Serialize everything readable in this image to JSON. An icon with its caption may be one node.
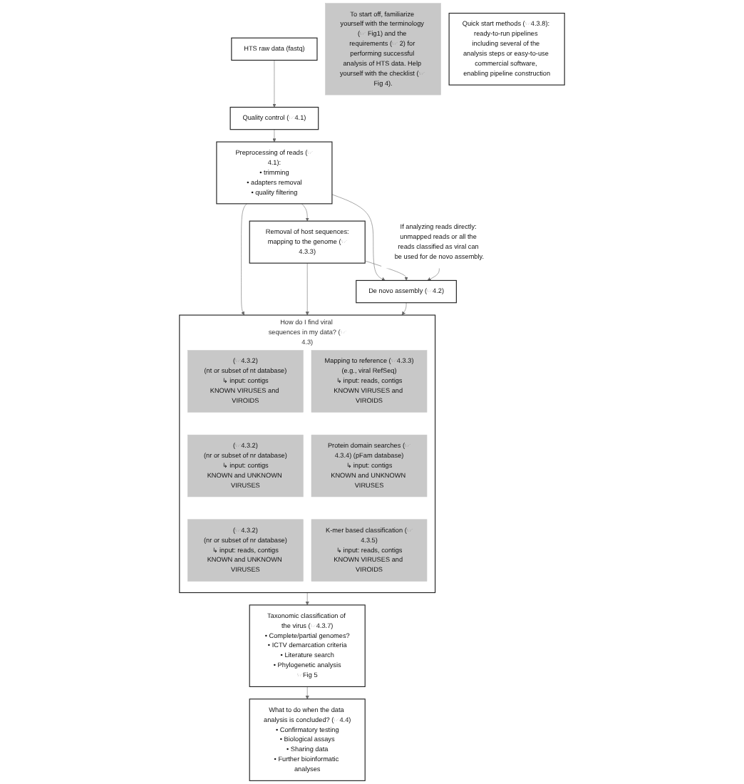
{
  "diagram": {
    "nodes": [
      {
        "text": [
          "HTS raw data (fastq)"
        ]
      },
      {
        "text": [
          "Quality control (☞4.1)"
        ]
      },
      {
        "text": [
          "Preprocessing of reads (☞4.1):",
          "• trimming",
          "• adapters removal",
          "• quality filtering"
        ]
      },
      {
        "text": [
          "Removal of host sequences:",
          "mapping to the genome (☞4.3.3)"
        ]
      },
      {
        "text": [
          "De novo assembly (☞4.2)"
        ]
      },
      {
        "text": [
          "To start off, familiarize yourself with the terminology (☞ Fig1) and the requirements (☞ 2) for performing successful analysis of HTS data. Help yourself with the checklist (☞ Fig 4)."
        ]
      },
      {
        "text": [
          "If analyzing reads directly: unmapped reads or all the reads classified as viral can be used for de novo assembly."
        ]
      },
      {
        "text": [
          "How do I find viral sequences in my data? (☞4.3)"
        ]
      },
      {
        "text": [
          "(☞4.3.2)",
          "(nt or subset of nt database)",
          "↳ input: contigs",
          "KNOWN VIRUSES and VIROIDS"
        ],
        "in": 7
      },
      {
        "text": [
          "Mapping to reference (☞4.3.3)",
          "(e.g., viral RefSeq)",
          "↳ input: reads, contigs",
          "KNOWN VIRUSES and VIROIDS"
        ],
        "in": 7
      },
      {
        "text": [
          "(☞4.3.2)",
          "(nr or subset of nr database)",
          "↳ input: contigs",
          "KNOWN and UNKNOWN VIRUSES"
        ],
        "in": 7
      },
      {
        "text": [
          "Protein domain searches (☞4.3.4) (pFam database)",
          "↳ input: contigs",
          "KNOWN and UNKNOWN VIRUSES"
        ],
        "in": 7
      },
      {
        "text": [
          "(☞4.3.2)",
          "(nr or subset of nr database)",
          "↳ input: reads, contigs",
          "KNOWN and UNKNOWN VIRUSES"
        ],
        "in": 7
      },
      {
        "text": [
          "K-mer based classification (☞4.3.5)",
          "↳ input: reads, contigs",
          "KNOWN VIRUSES and VIROIDS"
        ],
        "in": 7
      },
      {
        "text": [
          "Taxonomic classification of the virus (☞4.3.7)",
          "• Complete/partial genomes?",
          "• ICTV demarcation criteria",
          "• Literature search",
          "• Phylogenetic analysis",
          "☞Fig 5"
        ]
      },
      {
        "text": [
          "What to do when the data analysis is concluded? (☞4.4)",
          "• Confirmatory testing",
          "• Biological assays",
          "• Sharing data",
          "• Further bioinformatic analyses"
        ]
      },
      {
        "text": [
          "Quick start methods (☞4.3.8): ready-to-run pipelines including several of the analysis steps or easy-to-use commercial software, enabling pipeline construction"
        ]
      }
    ],
    "edges": [
      {
        "from": 0,
        "to": 1,
        "arrow": "to"
      },
      {
        "from": 1,
        "to": 2,
        "arrow": "to"
      },
      {
        "from": 2,
        "to": 3,
        "arrow": "to"
      },
      {
        "from": 2,
        "to": 4,
        "arrow": "to"
      },
      {
        "from": 2,
        "to": 7,
        "arrow": "to"
      },
      {
        "from": 3,
        "to": 4,
        "arrow": "to"
      },
      {
        "from": 3,
        "to": 7,
        "arrow": "to"
      },
      {
        "from": 6,
        "to": 4,
        "arrow": "to"
      },
      {
        "from": 4,
        "to": 7,
        "arrow": "to"
      },
      {
        "from": 7,
        "to": 14,
        "arrow": "to"
      },
      {
        "from": 14,
        "to": 15,
        "arrow": "to"
      }
    ]
  }
}
